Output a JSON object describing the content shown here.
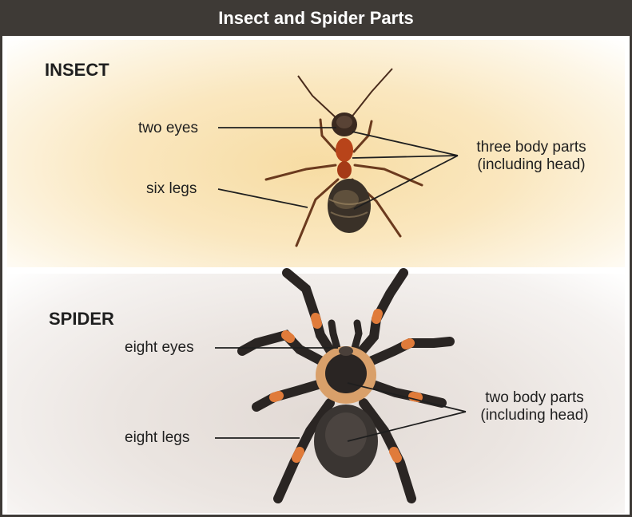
{
  "header": {
    "title": "Insect and Spider Parts"
  },
  "insect": {
    "heading": "INSECT",
    "labels": {
      "eyes": "two eyes",
      "legs": "six legs",
      "body_parts_line1": "three body parts",
      "body_parts_line2": "(including head)"
    }
  },
  "spider": {
    "heading": "SPIDER",
    "labels": {
      "eyes": "eight eyes",
      "legs": "eight legs",
      "body_parts_line1": "two body parts",
      "body_parts_line2": "(including head)"
    }
  },
  "colors": {
    "header_bg": "#3e3a36",
    "insect_bg": "#f7dca3",
    "spider_bg": "#e2dad5",
    "ant_body": "#b8441a",
    "ant_abdomen": "#3a3128",
    "spider_body": "#2a2523",
    "spider_hair": "#d9a06a",
    "spider_leg_band": "#e07b3a"
  }
}
